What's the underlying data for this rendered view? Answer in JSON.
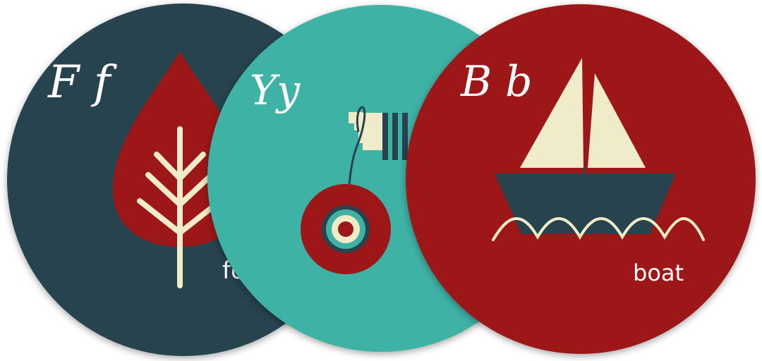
{
  "colors": {
    "navy": "#27434e",
    "teal": "#3fb2a6",
    "red": "#9e1718",
    "cream": "#f0ebc8",
    "white": "#ffffff"
  },
  "cards": [
    {
      "letters": "F f",
      "word": "fo",
      "background": "#27434e",
      "illustration": "tree-in-leaf-icon"
    },
    {
      "letters": "Yy",
      "word": "",
      "background": "#3fb2a6",
      "illustration": "yoyo-icon"
    },
    {
      "letters": "B b",
      "word": "boat",
      "background": "#9e1718",
      "illustration": "sailboat-icon"
    }
  ]
}
